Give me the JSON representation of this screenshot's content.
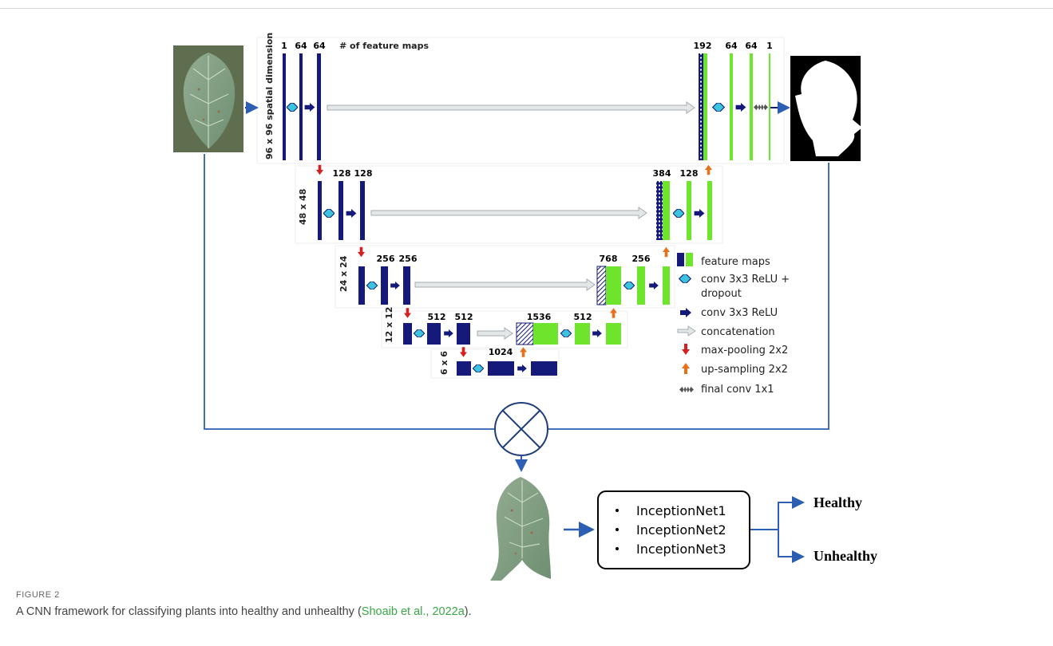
{
  "header": {
    "feature_maps_label": "# of feature maps"
  },
  "levels": [
    {
      "dim": "96 x 96 spatial dimension",
      "enc": [
        "1",
        "64",
        "64"
      ],
      "dec": [
        "192",
        "64",
        "64",
        "1"
      ]
    },
    {
      "dim": "48 x 48",
      "enc": [
        "128",
        "128"
      ],
      "dec": [
        "384",
        "128"
      ]
    },
    {
      "dim": "24 x 24",
      "enc": [
        "256",
        "256"
      ],
      "dec": [
        "768",
        "256"
      ]
    },
    {
      "dim": "12 x 12",
      "enc": [
        "512",
        "512"
      ],
      "dec": [
        "1536",
        "512"
      ]
    },
    {
      "dim": "6 x 6",
      "bottleneck": "1024"
    }
  ],
  "legend": {
    "feature_maps": "feature maps",
    "conv_dropout_1": "conv 3x3 ReLU +",
    "conv_dropout_2": "dropout",
    "conv": "conv 3x3 ReLU",
    "concat": "concatenation",
    "maxpool": "max-pooling 2x2",
    "upsample": "up-sampling 2x2",
    "final": "final conv 1x1"
  },
  "classifier": {
    "models": [
      "InceptionNet1",
      "InceptionNet2",
      "InceptionNet3"
    ],
    "outputs": [
      "Healthy",
      "Unhealthy"
    ]
  },
  "caption": {
    "label": "FIGURE 2",
    "text_before": "A CNN framework for classifying plants into healthy and unhealthy (",
    "link": "Shoaib et al., 2022a",
    "text_after": ")."
  },
  "colors": {
    "encoder": "#14197a",
    "decoder": "#6fe42c",
    "arrow": "#2c5fb3",
    "pool": "#d42020",
    "up": "#e8701a",
    "concat": "#c9cfd2",
    "dropout": "#3bc4dc"
  }
}
